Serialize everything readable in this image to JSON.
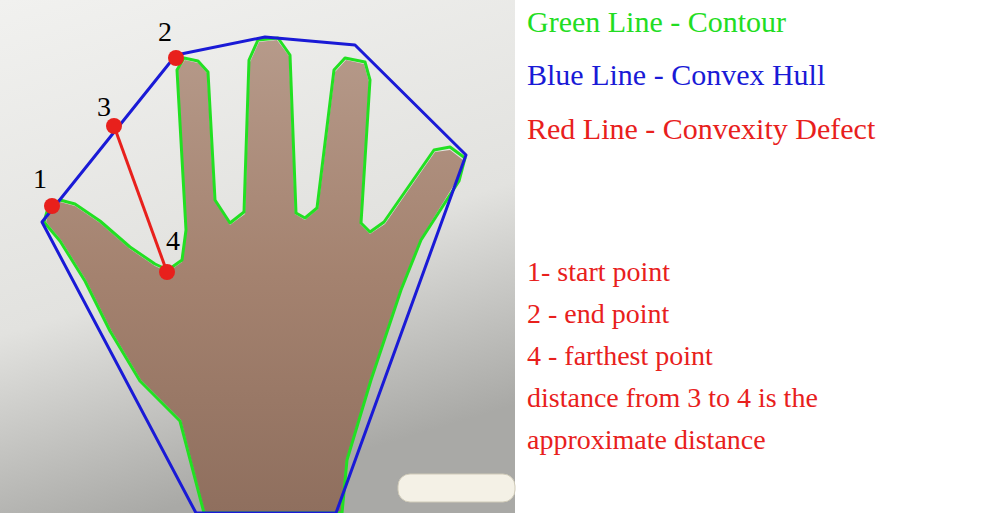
{
  "diagram": {
    "labels": [
      "1",
      "2",
      "3",
      "4",
      "Green Line - Contour",
      "Blue Line - Convex Hull",
      "Red Line - Convexity Defect",
      "1- start point",
      "2 - end point",
      "4 - farthest point",
      "distance from 3 to 4 is the approximate distance"
    ]
  }
}
